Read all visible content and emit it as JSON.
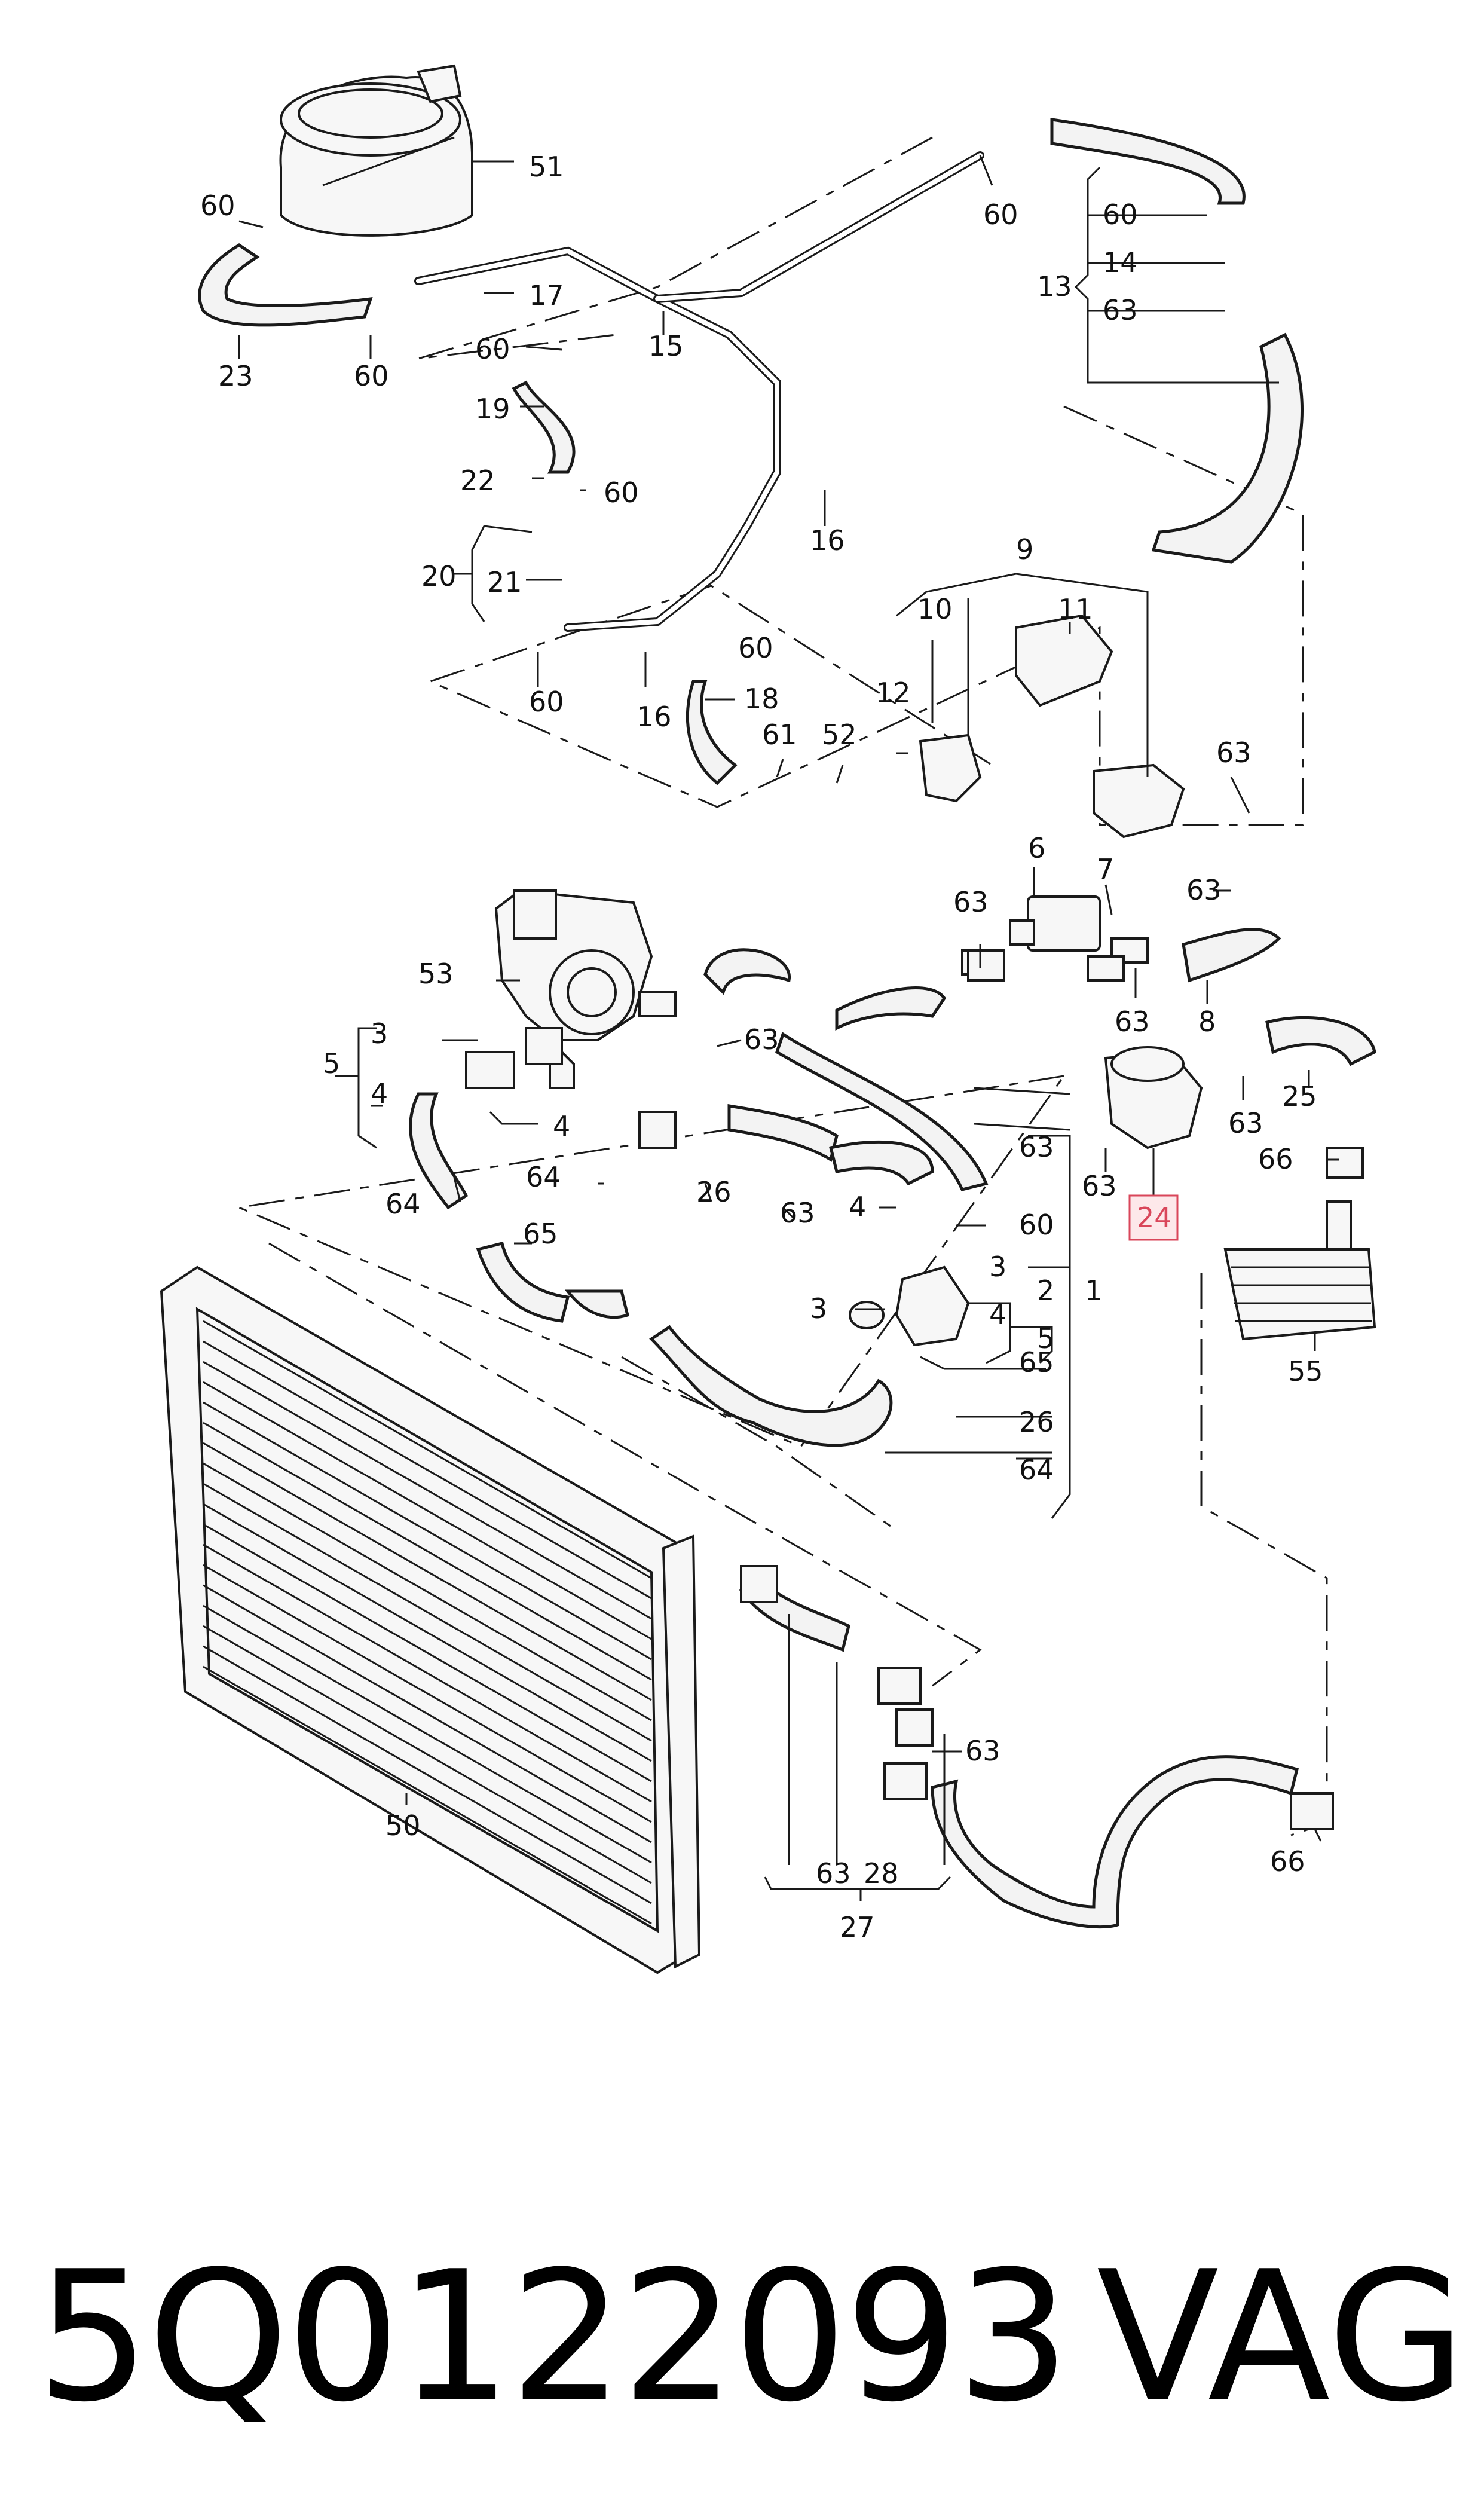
{
  "labels": {
    "l51": "51",
    "l60a": "60",
    "l23": "23",
    "l60b": "60",
    "l17": "17",
    "l60c": "60",
    "l15": "15",
    "l19": "19",
    "l22": "22",
    "l60d": "60",
    "l16a": "16",
    "l20": "20",
    "l21": "21",
    "l60e": "60",
    "l60f": "60",
    "l16b": "16",
    "l18": "18",
    "l61": "61",
    "l52": "52",
    "l60g": "60",
    "l60h": "60",
    "l13": "13",
    "l14": "14",
    "l63a": "63",
    "l9": "9",
    "l10": "10",
    "l11": "11",
    "l12": "12",
    "l63b": "63",
    "l6": "6",
    "l7": "7",
    "l63c": "63",
    "l63d": "63",
    "l63e": "63",
    "l8": "8",
    "l53": "53",
    "l3a": "3",
    "l5a": "5",
    "l4a": "4",
    "l63f": "63",
    "l4b": "4",
    "l64a": "64",
    "l26a": "26",
    "l63g": "63",
    "l63h": "63",
    "l64b": "64",
    "l65a": "65",
    "l4c": "4",
    "l60i": "60",
    "l3b": "3",
    "l2": "2",
    "l1": "1",
    "l3c": "3",
    "l4d": "4",
    "l5b": "5",
    "l65b": "65",
    "l26b": "26",
    "l64c": "64",
    "l63i": "63",
    "l24": "24",
    "l63j": "63",
    "l25": "25",
    "l66a": "66",
    "l55": "55",
    "l50": "50",
    "l63k": "63",
    "l63l": "63",
    "l28": "28",
    "l27": "27",
    "l66b": "66"
  },
  "footer": {
    "part_number": "5Q0122093",
    "brand": "VAG"
  },
  "colors": {
    "highlight": "#d9465a",
    "highlight_fill": "#fde8ea",
    "ink": "#1a1a1a"
  }
}
